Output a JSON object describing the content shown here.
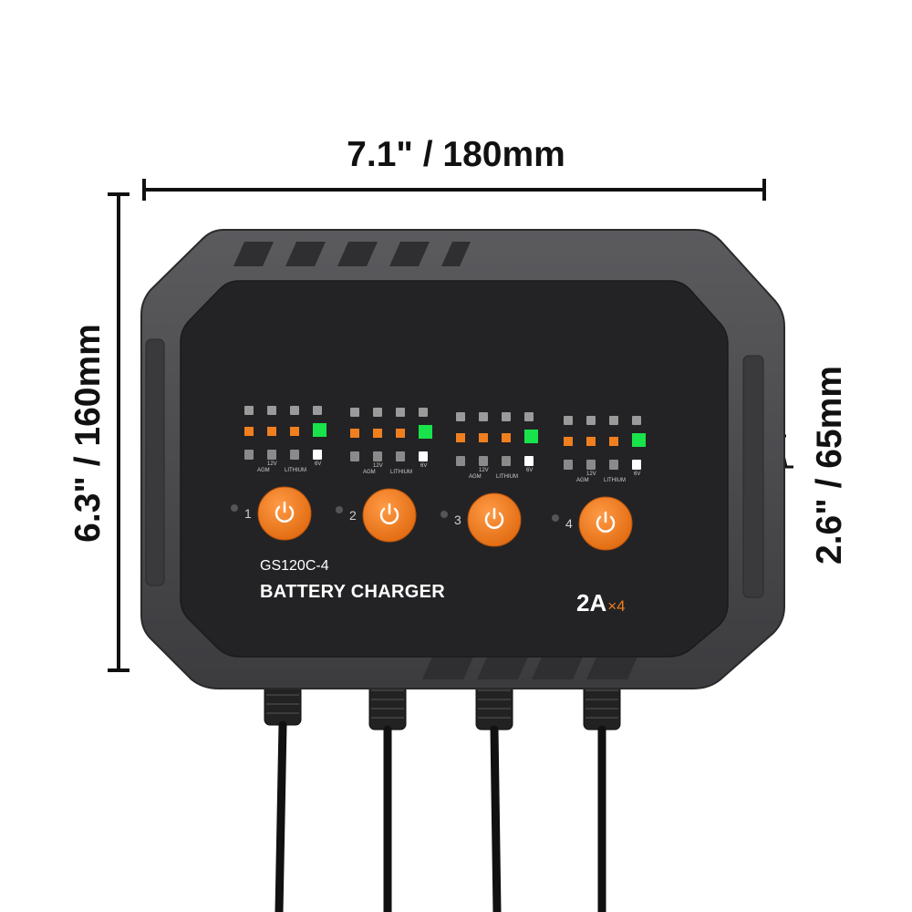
{
  "dimensions": {
    "width": "7.1\" / 180mm",
    "height": "6.3\" / 160mm",
    "depth": "2.6\" / 65mm"
  },
  "product": {
    "model": "GS120C-4",
    "title": "BATTERY CHARGER",
    "rating": "2A",
    "rating_multiplier": "×4",
    "accent_color": "#f07f1f",
    "led_on_color": "#19e34a",
    "body_color": "#4a4a4c"
  },
  "channels": [
    {
      "number": "1",
      "battery_type_labels": [
        "AGM",
        "LITHIUM"
      ],
      "voltage_labels": [
        "12V",
        "6V"
      ]
    },
    {
      "number": "2",
      "battery_type_labels": [
        "AGM",
        "LITHIUM"
      ],
      "voltage_labels": [
        "12V",
        "6V"
      ]
    },
    {
      "number": "3",
      "battery_type_labels": [
        "AGM",
        "LITHIUM"
      ],
      "voltage_labels": [
        "12V",
        "6V"
      ]
    },
    {
      "number": "4",
      "battery_type_labels": [
        "AGM",
        "LITHIUM"
      ],
      "voltage_labels": [
        "12V",
        "6V"
      ]
    }
  ]
}
